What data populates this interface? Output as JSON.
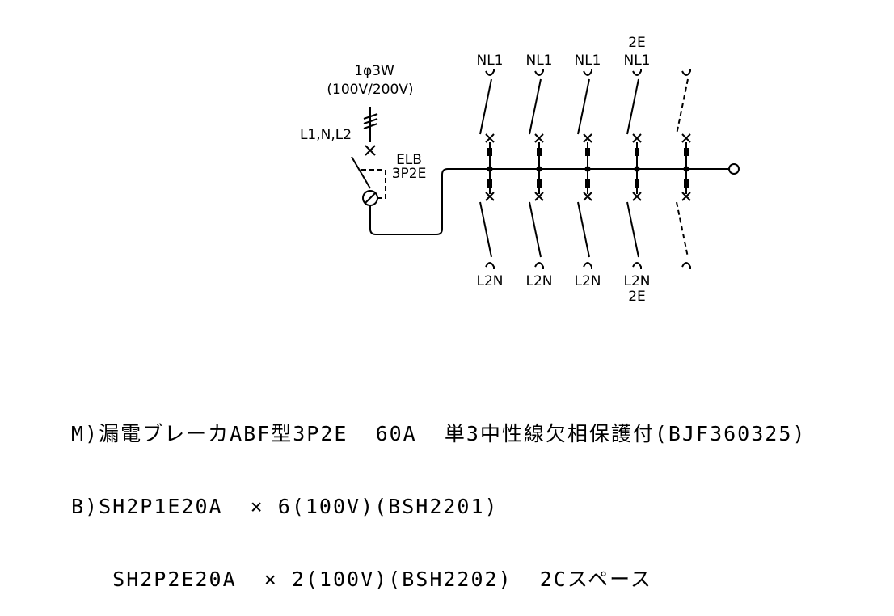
{
  "supply": {
    "phase": "1φ3W",
    "voltage": "(100V/200V)",
    "lines": "L1,N,L2"
  },
  "main_breaker": {
    "type": "ELB",
    "poles": "3P2E"
  },
  "branches": [
    {
      "top": "NL1",
      "top_extra": "",
      "bottom": "L2N",
      "bottom_extra": "",
      "spare": false
    },
    {
      "top": "NL1",
      "top_extra": "",
      "bottom": "L2N",
      "bottom_extra": "",
      "spare": false
    },
    {
      "top": "NL1",
      "top_extra": "",
      "bottom": "L2N",
      "bottom_extra": "",
      "spare": false
    },
    {
      "top": "NL1",
      "top_extra": "2E",
      "bottom": "L2N",
      "bottom_extra": "2E",
      "spare": false
    },
    {
      "top": "",
      "top_extra": "",
      "bottom": "",
      "bottom_extra": "",
      "spare": true
    }
  ],
  "specs": [
    "M)漏電ブレーカABF型3P2E  60A  単3中性線欠相保護付(BJF360325)",
    "B)SH2P1E20A  × 6(100V)(BSH2201)",
    "   SH2P2E20A  × 2(100V)(BSH2202)  2Cスペース"
  ]
}
